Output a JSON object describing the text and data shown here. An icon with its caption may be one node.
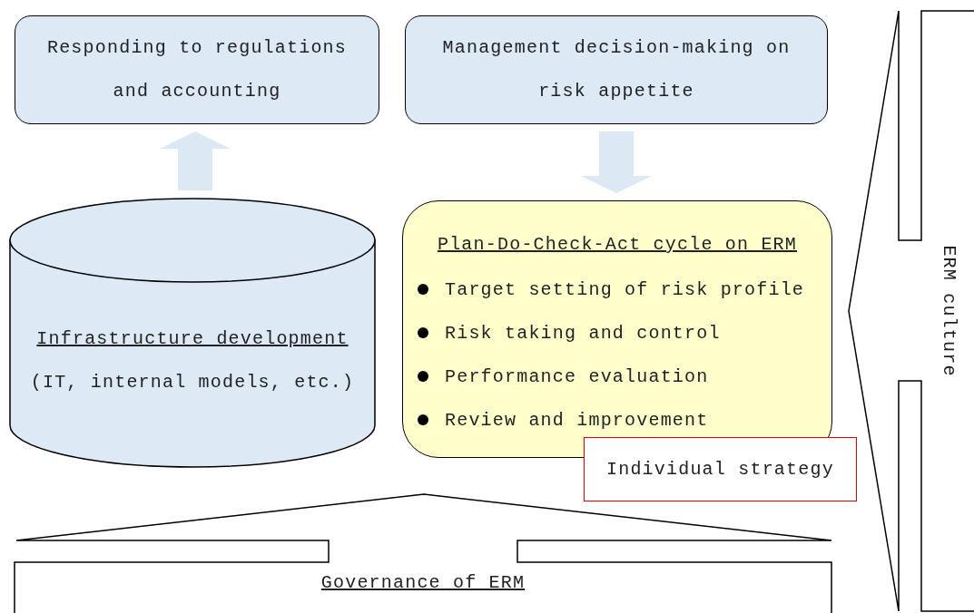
{
  "diagram": {
    "nodes": [
      {
        "text": [
          "Responding to regulations and accounting"
        ]
      },
      {
        "text": [
          "Management decision-making on risk appetite"
        ]
      },
      {
        "text": [
          "Infrastructure development",
          "(IT, internal models, etc.)"
        ]
      },
      {
        "text": [
          "Plan-Do-Check-Act cycle on ERM",
          "Target setting of risk profile",
          "Risk taking and control",
          "Performance evaluation",
          "Review and improvement"
        ]
      },
      {
        "text": [
          "Individual strategy"
        ]
      },
      {
        "text": [
          "ERM culture"
        ]
      },
      {
        "text": [
          "Governance of ERM"
        ]
      }
    ],
    "edges": [
      {
        "from": 2,
        "to": 0,
        "arrow": "to"
      },
      {
        "from": 1,
        "to": 3,
        "arrow": "to"
      }
    ]
  }
}
